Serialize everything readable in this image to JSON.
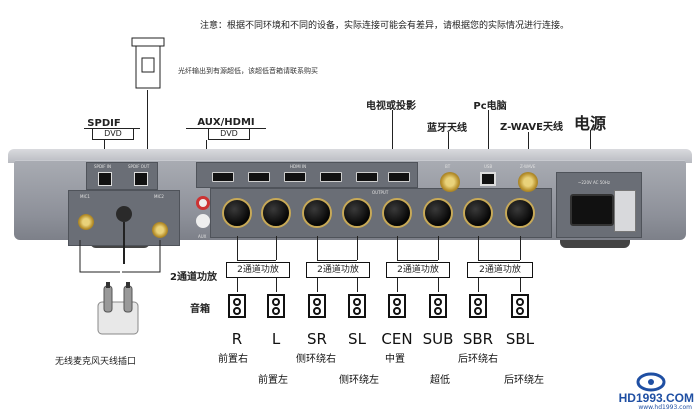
{
  "notes": {
    "top": "注意：根据不同环境和不同的设备，实际连接可能会有差异，请根据您的实际情况进行连接。",
    "optical": "光纤输出到有源超低，该超低音箱请联系购买"
  },
  "sources": {
    "spdif": {
      "label": "SPDIF",
      "box": "DVD"
    },
    "aux": {
      "label": "AUX/HDMI",
      "box": "DVD"
    },
    "tv": "电视或投影",
    "pc": "Pc电脑",
    "bt": "蓝牙天线",
    "zwave": "Z-WAVE天线",
    "power": "电源"
  },
  "rows": {
    "amp": "2通道功放",
    "speaker": "音箱"
  },
  "amps": [
    "2通道功放",
    "2通道功放",
    "2通道功放",
    "2通道功放"
  ],
  "channels": [
    {
      "code": "R",
      "name": "前置右"
    },
    {
      "code": "L",
      "name": "前置左"
    },
    {
      "code": "SR",
      "name": "侧环绕右"
    },
    {
      "code": "SL",
      "name": "侧环绕左"
    },
    {
      "code": "CEN",
      "name": "中置"
    },
    {
      "code": "SUB",
      "name": "超低"
    },
    {
      "code": "SBR",
      "name": "后环绕右"
    },
    {
      "code": "SBL",
      "name": "后环绕左"
    }
  ],
  "mic": "无线麦克风天线插口",
  "logo": "HD1993.COM",
  "logo_sub": "www.hd1993.com",
  "panel_silk": {
    "spdif_in": "SPDIF IN",
    "spdif_out": "SPDIF OUT",
    "hdmi_in": "HDMI IN",
    "output": "OUTPUT",
    "bt": "BT",
    "usb": "USB",
    "zwave": "Z-WAVE",
    "power_rating": "~220V AC 50Hz",
    "mic1": "MIC1",
    "mic2": "MIC2",
    "aux": "AUX"
  }
}
